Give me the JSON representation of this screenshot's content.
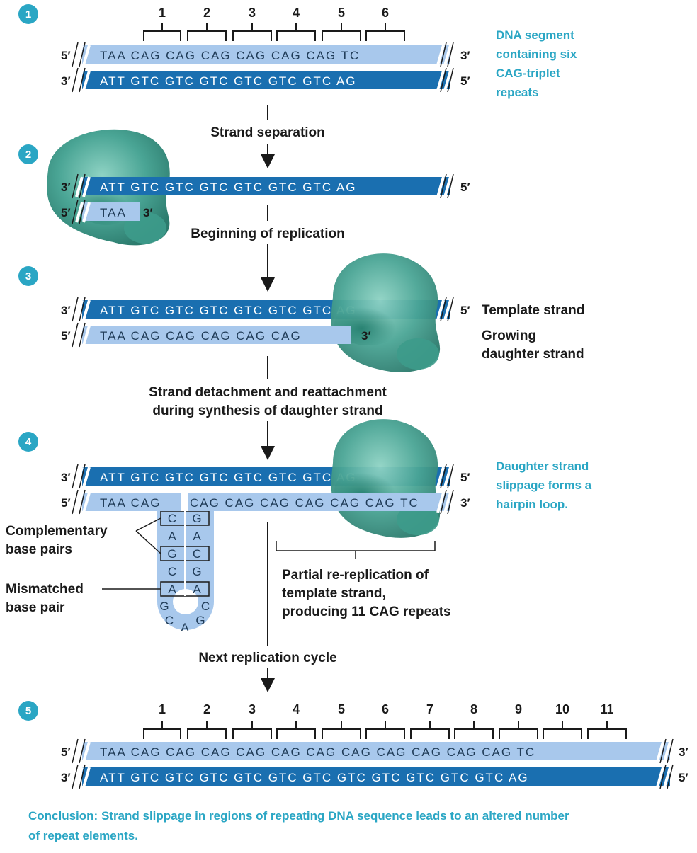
{
  "step_numbers": [
    "1",
    "2",
    "3",
    "4",
    "5"
  ],
  "step1": {
    "top_seq": "TAA CAG CAG CAG CAG CAG CAG TC",
    "bottom_seq": "ATT GTC GTC GTC GTC GTC GTC AG",
    "repeat_numbers": [
      "1",
      "2",
      "3",
      "4",
      "5",
      "6"
    ],
    "caption": [
      "DNA segment",
      "containing six",
      "CAG-triplet",
      "repeats"
    ],
    "top_left_end": "5′",
    "top_right_end": "3′",
    "bottom_left_end": "3′",
    "bottom_right_end": "5′"
  },
  "arrow1_label": "Strand separation",
  "step2": {
    "template_seq": "ATT GTC GTC GTC GTC GTC GTC AG",
    "daughter_seq": "TAA",
    "template_left_end": "3′",
    "template_right_end": "5′",
    "daughter_left_end": "5′",
    "daughter_right_end": "3′"
  },
  "arrow2_label": "Beginning of replication",
  "step3": {
    "template_seq": "ATT GTC GTC GTC GTC GTC GTC AG",
    "daughter_seq": "TAA CAG CAG CAG CAG CAG",
    "template_left_end": "3′",
    "template_right_end": "5′",
    "daughter_left_end": "5′",
    "daughter_right_end": "3′",
    "template_label": "Template strand",
    "daughter_label": [
      "Growing",
      "daughter strand"
    ]
  },
  "arrow3_label": [
    "Strand detachment and reattachment",
    "during synthesis of daughter strand"
  ],
  "step4": {
    "template_seq": "ATT GTC GTC GTC GTC GTC GTC AG",
    "daughter_seq_left": "TAA CAG",
    "daughter_seq_right": "CAG CAG CAG CAG CAG CAG TC",
    "template_left_end": "3′",
    "template_right_end": "5′",
    "daughter_left_end": "5′",
    "daughter_right_end": "3′",
    "caption": [
      "Daughter strand",
      "slippage forms a",
      "hairpin loop."
    ],
    "hairpin_left": [
      "C",
      "A",
      "G",
      "C",
      "A"
    ],
    "hairpin_right": [
      "G",
      "A",
      "C",
      "G",
      "A"
    ],
    "loop_bases": [
      "G",
      "C",
      "A",
      "G",
      "C"
    ],
    "complementary_label": [
      "Complementary",
      "base pairs"
    ],
    "mismatch_label": [
      "Mismatched",
      "base pair"
    ],
    "rereplication_label": [
      "Partial re-replication of",
      "template strand,",
      "producing 11 CAG repeats"
    ]
  },
  "arrow4_label": "Next replication cycle",
  "step5": {
    "top_seq": "TAA CAG CAG CAG CAG CAG CAG CAG CAG CAG CAG CAG TC",
    "bottom_seq": "ATT GTC GTC GTC GTC GTC GTC GTC GTC GTC GTC GTC AG",
    "repeat_numbers": [
      "1",
      "2",
      "3",
      "4",
      "5",
      "6",
      "7",
      "8",
      "9",
      "10",
      "11"
    ],
    "top_left_end": "5′",
    "top_right_end": "3′",
    "bottom_left_end": "3′",
    "bottom_right_end": "5′"
  },
  "conclusion": [
    "Conclusion:  Strand slippage in regions of repeating DNA sequence leads to an altered number",
    "of repeat elements."
  ],
  "colors": {
    "dark_strand": "#1a6fb0",
    "light_strand": "#a8c8ec",
    "enzyme": "#46a898",
    "accent_text": "#2aa6c4"
  }
}
